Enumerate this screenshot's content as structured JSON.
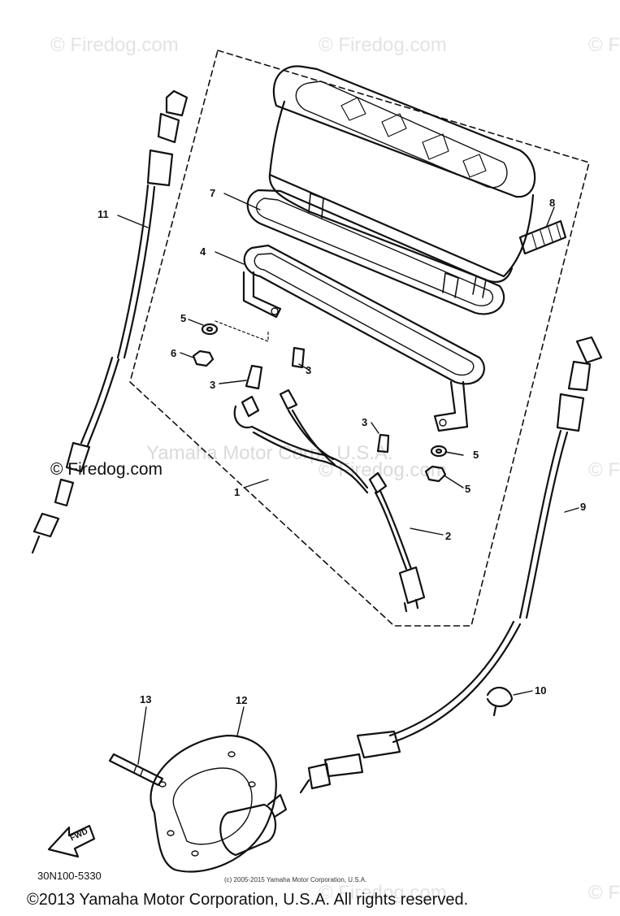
{
  "watermarks": {
    "firedog_top_left": "© Firedog.com",
    "firedog_top_mid": "© Firedog.com",
    "firedog_top_right": "© F",
    "firedog_mid_left": "© Firedog.com",
    "firedog_mid_center": "© Firedog.com",
    "firedog_mid_right": "© F",
    "yamaha_mid": "Yamaha Motor Corp., U.S.A.",
    "firedog_bottom_mid": "© Firedog.com",
    "firedog_bottom_right": "© F"
  },
  "callouts": {
    "c1": "1",
    "c2": "2",
    "c3a": "3",
    "c3b": "3",
    "c3c": "3",
    "c4": "4",
    "c5a": "5",
    "c5b": "5",
    "c6": "6",
    "c6b": "5",
    "c7": "7",
    "c8": "8",
    "c9": "9",
    "c10": "10",
    "c11": "11",
    "c12": "12",
    "c13": "13"
  },
  "fwd_label": "FWD",
  "diagram_code": "30N100-5330",
  "small_copyright": "(c) 2005-2015 Yamaha Motor Corporation, U.S.A.",
  "footer_copyright": "©2013 Yamaha Motor Corporation, U.S.A. All rights reserved."
}
